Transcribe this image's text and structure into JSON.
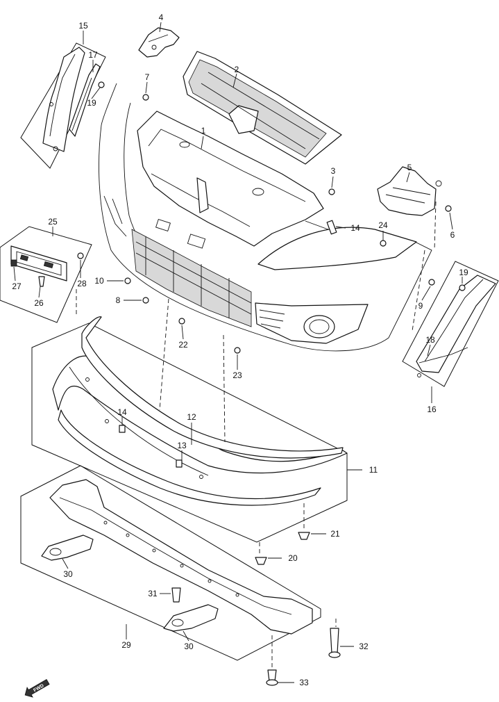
{
  "diagram": {
    "callouts": [
      "1",
      "2",
      "3",
      "4",
      "5",
      "6",
      "7",
      "8",
      "9",
      "10",
      "11",
      "12",
      "13",
      "14",
      "14",
      "15",
      "16",
      "17",
      "18",
      "19",
      "19",
      "20",
      "21",
      "22",
      "23",
      "24",
      "25",
      "26",
      "27",
      "28",
      "29",
      "30",
      "30",
      "31",
      "32",
      "33"
    ],
    "direction_badge": "FWD"
  }
}
